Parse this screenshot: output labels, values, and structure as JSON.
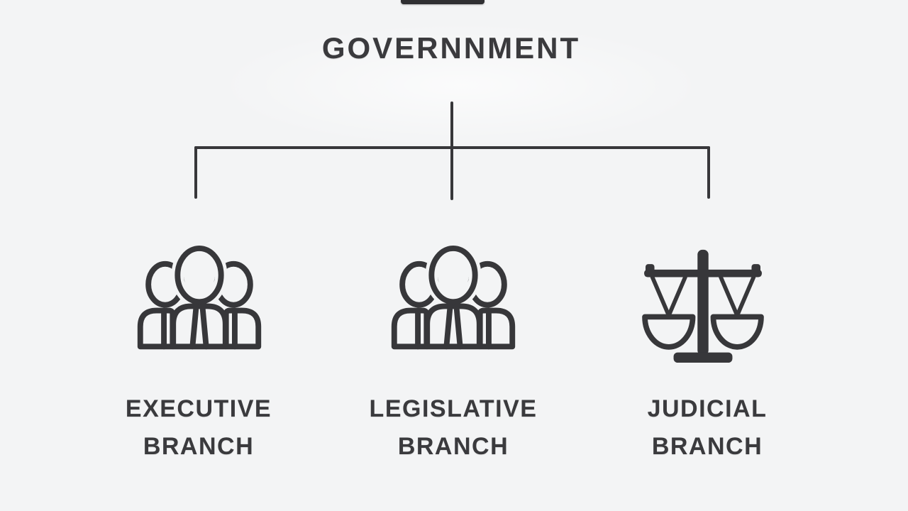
{
  "title": "GOVERNNMENT",
  "branches": [
    {
      "name": "executive",
      "line1": "EXECUTIVE",
      "line2": "BRANCH",
      "icon": "people-group-icon"
    },
    {
      "name": "legislative",
      "line1": "LEGISLATIVE",
      "line2": "BRANCH",
      "icon": "people-group-icon"
    },
    {
      "name": "judicial",
      "line1": "JUDICIAL",
      "line2": "BRANCH",
      "icon": "scales-of-justice-icon"
    }
  ],
  "colors": {
    "background": "#f3f4f5",
    "ink": "#37373a",
    "title_text": "#3a3a3d"
  }
}
